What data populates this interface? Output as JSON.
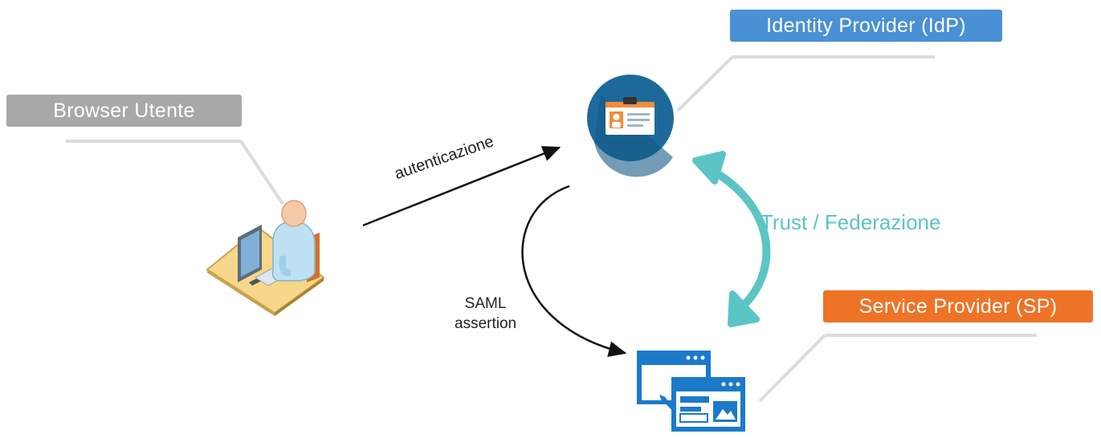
{
  "nodes": {
    "browser": {
      "label": "Browser Utente",
      "color": "#a8a8a8"
    },
    "idp": {
      "label": "Identity Provider (IdP)",
      "color": "#4a90d4"
    },
    "sp": {
      "label": "Service Provider (SP)",
      "color": "#ee7326"
    }
  },
  "edges": {
    "auth": {
      "label": "autenticazione"
    },
    "saml": {
      "label_line1": "SAML",
      "label_line2": "assertion"
    },
    "trust": {
      "label": "Trust / Federazione",
      "color": "#5bc4c4"
    }
  },
  "icons": {
    "user": "user-at-computer-icon",
    "idp": "id-badge-icon",
    "sp": "web-application-windows-icon"
  }
}
